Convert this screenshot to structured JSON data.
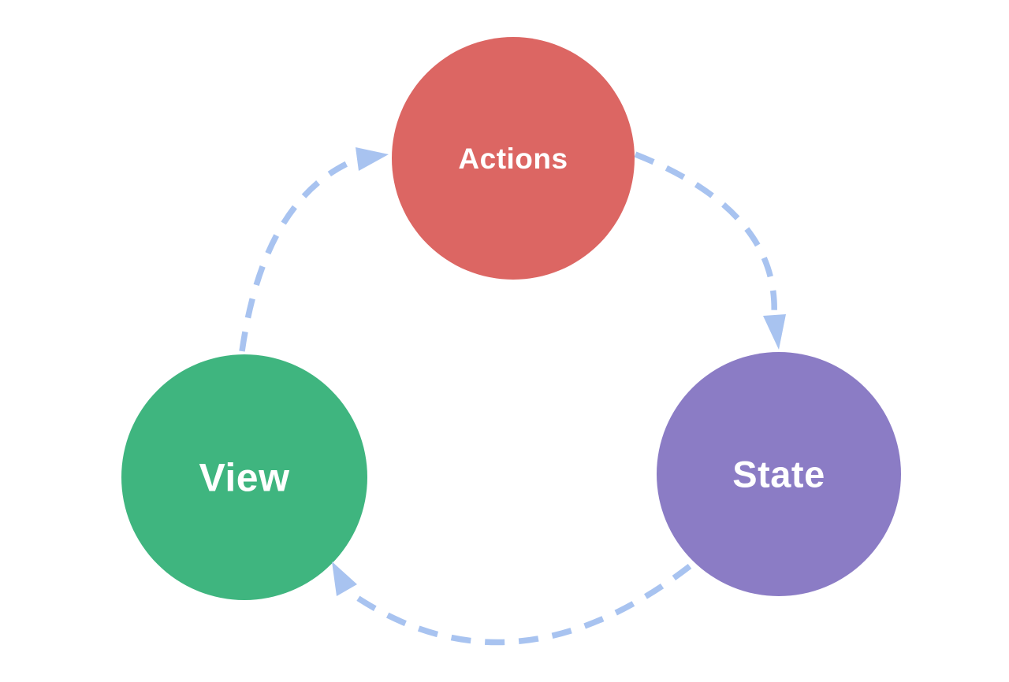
{
  "diagram": {
    "type": "cycle-flow-diagram",
    "background_color": "#ffffff",
    "arrow_color": "#a8c3f0",
    "label_color": "#ffffff",
    "nodes": [
      {
        "id": "actions",
        "label": "Actions",
        "color": "#dc6663"
      },
      {
        "id": "state",
        "label": "State",
        "color": "#8b7cc5"
      },
      {
        "id": "view",
        "label": "View",
        "color": "#3fb57f"
      }
    ],
    "edges": [
      {
        "from": "view",
        "to": "actions",
        "style": "dashed-arrow"
      },
      {
        "from": "actions",
        "to": "state",
        "style": "dashed-arrow"
      },
      {
        "from": "state",
        "to": "view",
        "style": "dashed-arrow"
      }
    ]
  }
}
